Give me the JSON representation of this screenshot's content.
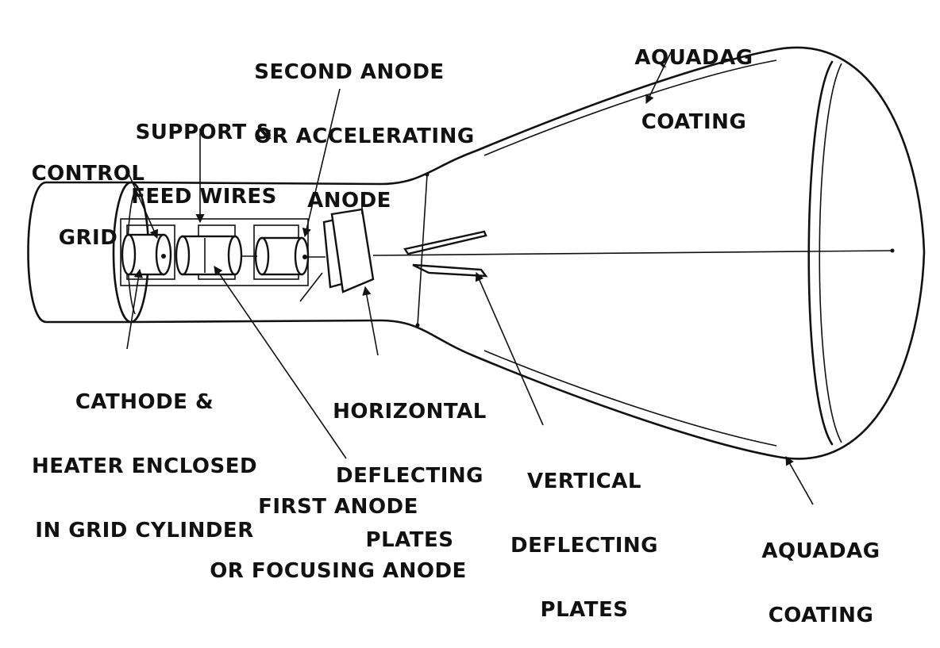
{
  "labels": {
    "second_anode_1": "SECOND ANODE",
    "second_anode_2": "OR ACCELERATING",
    "second_anode_3": "ANODE",
    "aquadag_top_1": "AQUADAG",
    "aquadag_top_2": "COATING",
    "support_1": "SUPPORT &",
    "support_2": "FEED WIRES",
    "control_1": "CONTROL",
    "control_2": "GRID",
    "cathode_1": "CATHODE &",
    "cathode_2": "HEATER ENCLOSED",
    "cathode_3": "IN GRID CYLINDER",
    "horizontal_1": "HORIZONTAL",
    "horizontal_2": "DEFLECTING",
    "horizontal_3": "PLATES",
    "first_anode_1": "FIRST ANODE",
    "first_anode_2": "OR FOCUSING ANODE",
    "vertical_1": "VERTICAL",
    "vertical_2": "DEFLECTING",
    "vertical_3": "PLATES",
    "aquadag_bottom_1": "AQUADAG",
    "aquadag_bottom_2": "COATING"
  },
  "colors": {
    "ink": "#111111",
    "paper": "#ffffff"
  }
}
